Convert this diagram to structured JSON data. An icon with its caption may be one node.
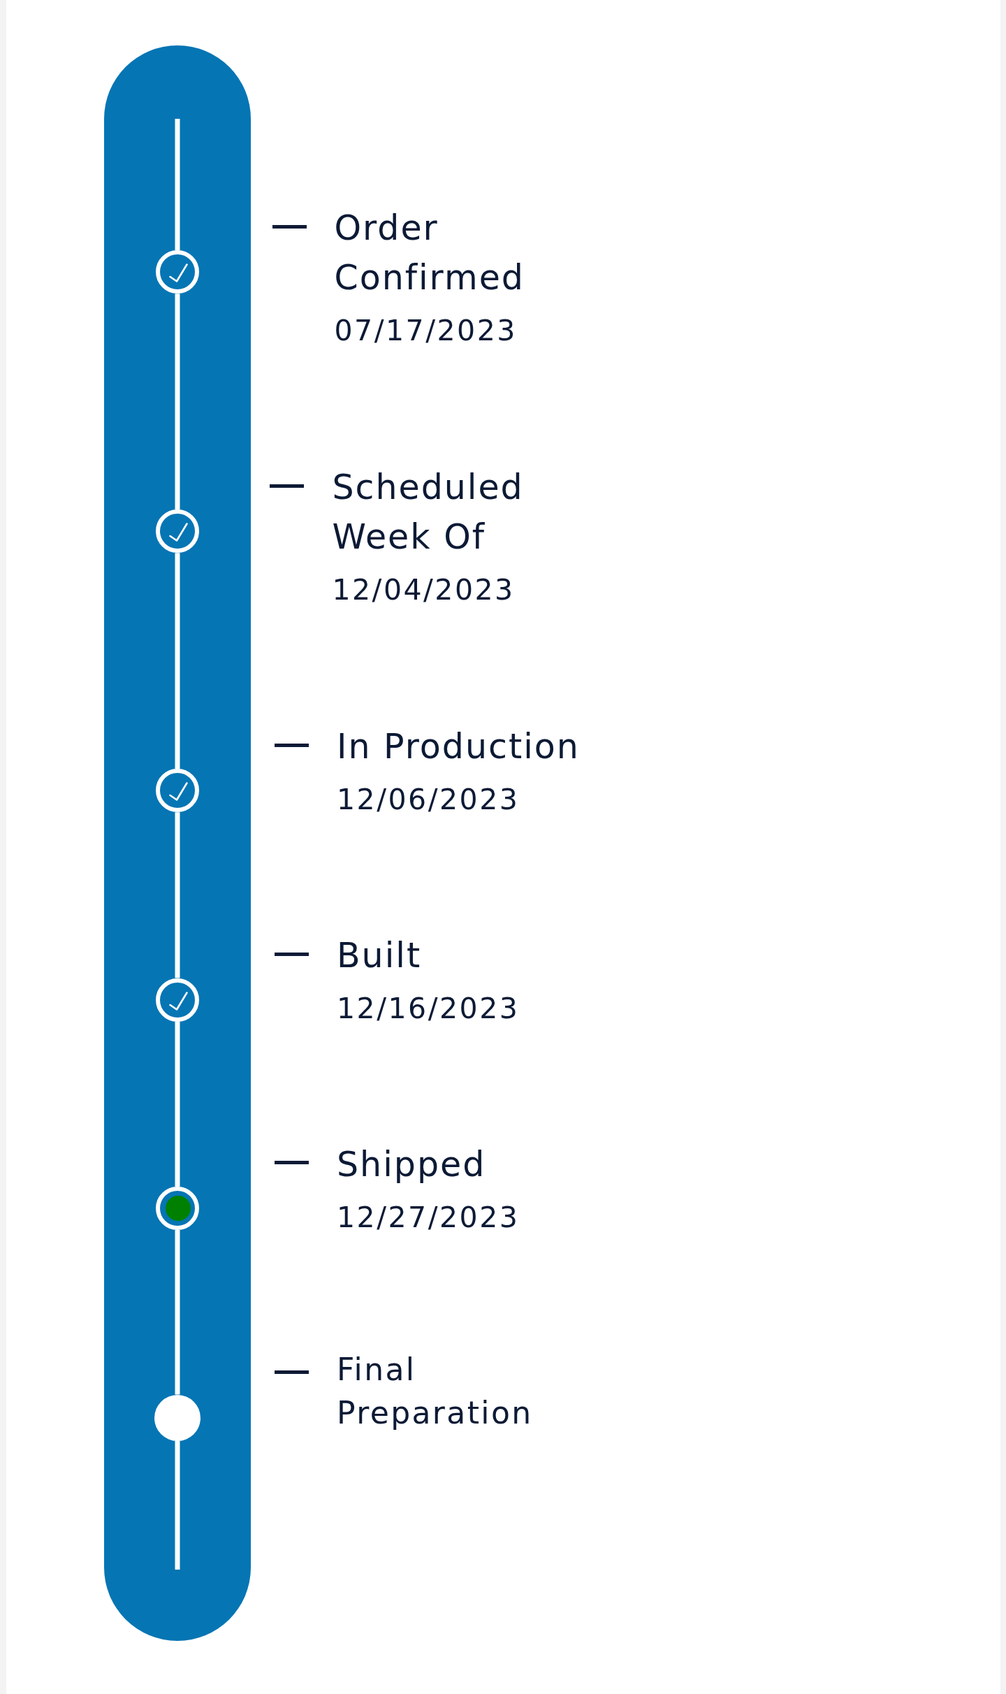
{
  "diagram": {
    "nodes": [
      {
        "text": [],
        "shape": "bar"
      },
      {
        "text": [],
        "shape": "circle",
        "in": 0,
        "beside": [
          "Order Confirmed",
          "07/17/2023"
        ]
      },
      {
        "text": [],
        "shape": "circle",
        "in": 0,
        "beside": [
          "Scheduled Week Of",
          "12/04/2023"
        ]
      },
      {
        "text": [],
        "shape": "circle",
        "in": 0,
        "beside": [
          "In Production",
          "12/06/2023"
        ]
      },
      {
        "text": [],
        "shape": "circle",
        "in": 0,
        "beside": [
          "Built",
          "12/16/2023"
        ]
      },
      {
        "text": [],
        "shape": "circle",
        "in": 0,
        "beside": [
          "Shipped",
          "12/27/2023"
        ]
      },
      {
        "text": [],
        "shape": "circle",
        "in": 0
      }
    ],
    "edges": [
      {
        "from": null,
        "to": 1,
        "arrow": "none"
      },
      {
        "from": 1,
        "to": 2,
        "arrow": "none"
      },
      {
        "from": 2,
        "to": 3,
        "arrow": "none"
      },
      {
        "from": 3,
        "to": 4,
        "arrow": "none"
      },
      {
        "from": 4,
        "to": 5,
        "arrow": "none"
      },
      {
        "from": 5,
        "to": 6,
        "arrow": "none"
      },
      {
        "from": 6,
        "to": null,
        "arrow": "none"
      }
    ],
    "labels": [
      "Final Preparation"
    ]
  }
}
